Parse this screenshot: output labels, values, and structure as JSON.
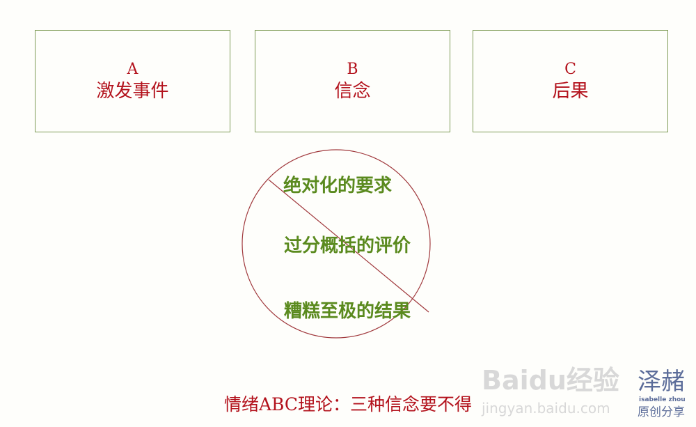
{
  "boxes": [
    {
      "letter": "A",
      "name": "激发事件"
    },
    {
      "letter": "B",
      "name": "信念"
    },
    {
      "letter": "C",
      "name": "后果"
    }
  ],
  "circle": {
    "items": [
      "绝对化的要求",
      "过分概括的评价",
      "糟糕至极的结果"
    ]
  },
  "title": "情绪ABC理论：三种信念要不得",
  "watermark": {
    "logo": "Baidu经验",
    "url": "jingyan.baidu.com",
    "signature": "泽赭",
    "signature_sub": "isabelle zhou",
    "signature_note": "原创分享"
  },
  "colors": {
    "red": "#b3121c",
    "green": "#5a8a1e",
    "border": "#7d9a55",
    "circle": "#a0383c"
  }
}
